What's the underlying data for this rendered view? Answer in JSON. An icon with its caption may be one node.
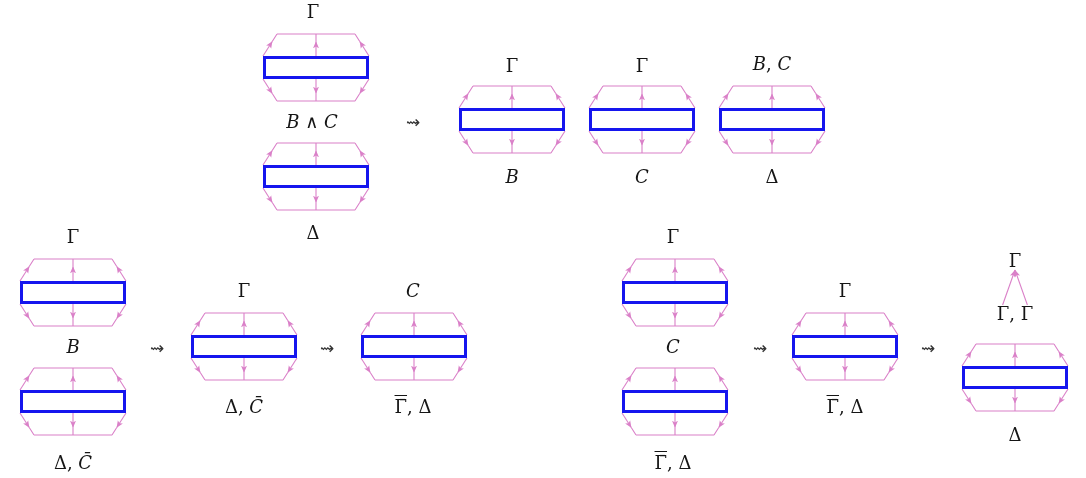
{
  "diagram": {
    "nodes": [
      {
        "text": [],
        "shape": "box"
      },
      {
        "text": [],
        "shape": "box"
      },
      {
        "text": [],
        "shape": "box"
      },
      {
        "text": [],
        "shape": "box"
      },
      {
        "text": [],
        "shape": "box"
      },
      {
        "text": [],
        "shape": "box"
      },
      {
        "text": [],
        "shape": "box"
      },
      {
        "text": [],
        "shape": "box"
      },
      {
        "text": [],
        "shape": "box"
      },
      {
        "text": [],
        "shape": "box"
      },
      {
        "text": [],
        "shape": "box"
      },
      {
        "text": [],
        "shape": "box"
      },
      {
        "text": [
          "Γ"
        ]
      },
      {
        "text": [
          "Γ, Γ"
        ]
      },
      {
        "text": [],
        "shape": "box"
      }
    ],
    "edges": [
      {
        "from": 0,
        "to": null,
        "arrow": "to"
      },
      {
        "from": 0,
        "to": null,
        "arrow": "to"
      },
      {
        "from": 0,
        "to": null,
        "arrow": "to"
      },
      {
        "from": 0,
        "to": null,
        "arrow": "to"
      },
      {
        "from": 0,
        "to": null,
        "arrow": "to"
      },
      {
        "from": 0,
        "to": null,
        "arrow": "to"
      },
      {
        "from": 1,
        "to": null,
        "arrow": "to"
      },
      {
        "from": 1,
        "to": null,
        "arrow": "to"
      },
      {
        "from": 1,
        "to": null,
        "arrow": "to"
      },
      {
        "from": 1,
        "to": null,
        "arrow": "to"
      },
      {
        "from": 1,
        "to": null,
        "arrow": "to"
      },
      {
        "from": 1,
        "to": null,
        "arrow": "to"
      },
      {
        "from": 2,
        "to": null,
        "arrow": "to"
      },
      {
        "from": 2,
        "to": null,
        "arrow": "to"
      },
      {
        "from": 2,
        "to": null,
        "arrow": "to"
      },
      {
        "from": 2,
        "to": null,
        "arrow": "to"
      },
      {
        "from": 2,
        "to": null,
        "arrow": "to"
      },
      {
        "from": 2,
        "to": null,
        "arrow": "to"
      },
      {
        "from": 3,
        "to": null,
        "arrow": "to"
      },
      {
        "from": 3,
        "to": null,
        "arrow": "to"
      },
      {
        "from": 3,
        "to": null,
        "arrow": "to"
      },
      {
        "from": 3,
        "to": null,
        "arrow": "to"
      },
      {
        "from": 3,
        "to": null,
        "arrow": "to"
      },
      {
        "from": 3,
        "to": null,
        "arrow": "to"
      },
      {
        "from": 4,
        "to": null,
        "arrow": "to"
      },
      {
        "from": 4,
        "to": null,
        "arrow": "to"
      },
      {
        "from": 4,
        "to": null,
        "arrow": "to"
      },
      {
        "from": 4,
        "to": null,
        "arrow": "to"
      },
      {
        "from": 4,
        "to": null,
        "arrow": "to"
      },
      {
        "from": 4,
        "to": null,
        "arrow": "to"
      },
      {
        "from": 5,
        "to": null,
        "arrow": "to"
      },
      {
        "from": 5,
        "to": null,
        "arrow": "to"
      },
      {
        "from": 5,
        "to": null,
        "arrow": "to"
      },
      {
        "from": 5,
        "to": null,
        "arrow": "to"
      },
      {
        "from": 5,
        "to": null,
        "arrow": "to"
      },
      {
        "from": 5,
        "to": null,
        "arrow": "to"
      },
      {
        "from": 6,
        "to": null,
        "arrow": "to"
      },
      {
        "from": 6,
        "to": null,
        "arrow": "to"
      },
      {
        "from": 6,
        "to": null,
        "arrow": "to"
      },
      {
        "from": 6,
        "to": null,
        "arrow": "to"
      },
      {
        "from": 6,
        "to": null,
        "arrow": "to"
      },
      {
        "from": 6,
        "to": null,
        "arrow": "to"
      },
      {
        "from": 7,
        "to": null,
        "arrow": "to"
      },
      {
        "from": 7,
        "to": null,
        "arrow": "to"
      },
      {
        "from": 7,
        "to": null,
        "arrow": "to"
      },
      {
        "from": 7,
        "to": null,
        "arrow": "to"
      },
      {
        "from": 7,
        "to": null,
        "arrow": "to"
      },
      {
        "from": 7,
        "to": null,
        "arrow": "to"
      },
      {
        "from": 8,
        "to": null,
        "arrow": "to"
      },
      {
        "from": 8,
        "to": null,
        "arrow": "to"
      },
      {
        "from": 8,
        "to": null,
        "arrow": "to"
      },
      {
        "from": 8,
        "to": null,
        "arrow": "to"
      },
      {
        "from": 8,
        "to": null,
        "arrow": "to"
      },
      {
        "from": 8,
        "to": null,
        "arrow": "to"
      },
      {
        "from": 9,
        "to": null,
        "arrow": "to"
      },
      {
        "from": 9,
        "to": null,
        "arrow": "to"
      },
      {
        "from": 9,
        "to": null,
        "arrow": "to"
      },
      {
        "from": 9,
        "to": null,
        "arrow": "to"
      },
      {
        "from": 9,
        "to": null,
        "arrow": "to"
      },
      {
        "from": 9,
        "to": null,
        "arrow": "to"
      },
      {
        "from": 10,
        "to": null,
        "arrow": "to"
      },
      {
        "from": 10,
        "to": null,
        "arrow": "to"
      },
      {
        "from": 10,
        "to": null,
        "arrow": "to"
      },
      {
        "from": 10,
        "to": null,
        "arrow": "to"
      },
      {
        "from": 10,
        "to": null,
        "arrow": "to"
      },
      {
        "from": 10,
        "to": null,
        "arrow": "to"
      },
      {
        "from": 11,
        "to": null,
        "arrow": "to"
      },
      {
        "from": 11,
        "to": null,
        "arrow": "to"
      },
      {
        "from": 11,
        "to": null,
        "arrow": "to"
      },
      {
        "from": 11,
        "to": null,
        "arrow": "to"
      },
      {
        "from": 11,
        "to": null,
        "arrow": "to"
      },
      {
        "from": 11,
        "to": null,
        "arrow": "to"
      },
      {
        "from": 13,
        "to": 12,
        "arrow": "to"
      },
      {
        "from": 13,
        "to": 12,
        "arrow": "to"
      },
      {
        "from": 14,
        "to": null,
        "arrow": "to"
      },
      {
        "from": 14,
        "to": null,
        "arrow": "to"
      },
      {
        "from": 14,
        "to": null,
        "arrow": "to"
      },
      {
        "from": 14,
        "to": null,
        "arrow": "to"
      },
      {
        "from": 14,
        "to": null,
        "arrow": "to"
      },
      {
        "from": 14,
        "to": null,
        "arrow": "to"
      }
    ],
    "labels": [
      "Γ",
      "*B* ∧ *C*",
      "Δ",
      "⇝",
      "Γ",
      "Γ",
      "*B*, *C*",
      "B",
      "C",
      "Δ",
      "Γ",
      "B",
      "Δ, *C̄*",
      "⇝",
      "Γ",
      "Δ, *C̄*",
      "⇝",
      "C",
      "Γ̄, Δ",
      "Γ",
      "C",
      "Γ̄, Δ",
      "⇝",
      "Γ",
      "Γ̄, Δ",
      "⇝",
      "Δ"
    ]
  }
}
